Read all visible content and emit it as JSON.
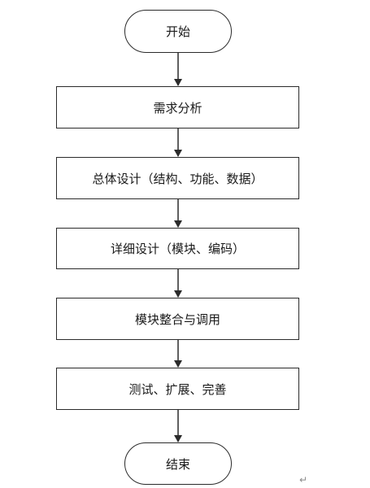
{
  "flowchart": {
    "start": "开始",
    "steps": [
      "需求分析",
      "总体设计（结构、功能、数据）",
      "详细设计（模块、编码）",
      "模块整合与调用",
      "测试、扩展、完善"
    ],
    "end": "结束"
  },
  "colors": {
    "line": "#2b2b2b",
    "text": "#1a1a1a",
    "background": "#ffffff"
  }
}
